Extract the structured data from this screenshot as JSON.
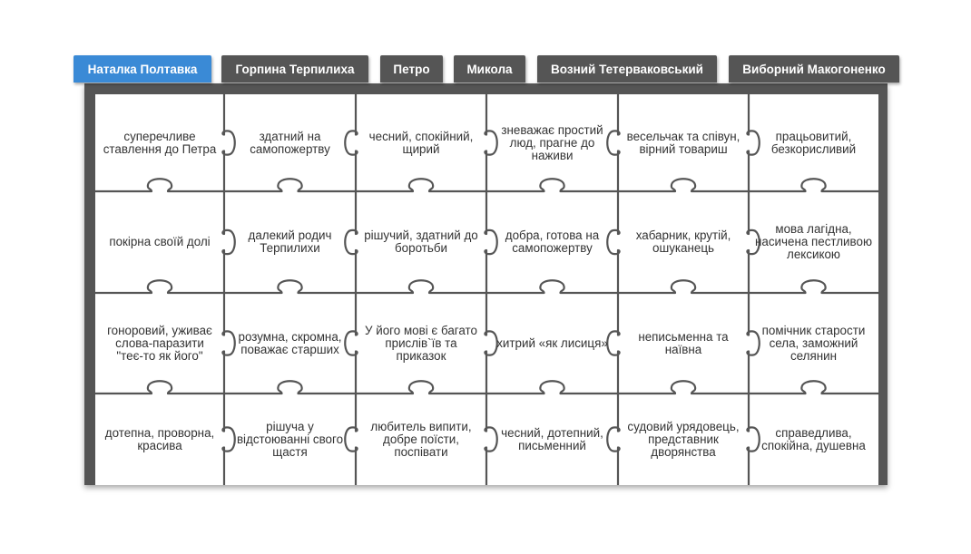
{
  "colors": {
    "tab_active": "#3a8ad6",
    "tab_inactive": "#555555",
    "frame": "#555555",
    "piece": "#ffffff",
    "text": "#333333"
  },
  "tabs": [
    {
      "label": "Наталка Полтавка",
      "active": true
    },
    {
      "label": "Горпина Терпилиха",
      "active": false
    },
    {
      "label": "Петро",
      "active": false
    },
    {
      "label": "Микола",
      "active": false
    },
    {
      "label": "Возний Тетерваковський",
      "active": false
    },
    {
      "label": "Виборний Макогоненко",
      "active": false
    }
  ],
  "pieces": [
    [
      "суперечливе ставлення до Петра",
      "здатний на самопожертву",
      "чесний, спокійний, щирий",
      "зневажає простий люд, прагне до наживи",
      "весельчак та співун, вірний товариш",
      "працьовитий, безкорисливий"
    ],
    [
      "покірна своїй долі",
      "далекий родич Терпилихи",
      "рішучий, здатний до боротьби",
      "добра, готова на самопожертву",
      "хабарник, крутій, ошуканець",
      "мова лагідна, насичена пестливою лексикою"
    ],
    [
      "гоноровий, уживає слова-паразити \"теє-то як його\"",
      "розумна, скромна, поважає старших",
      "У його мові є багато прислів`їв та приказок",
      "хитрий «як лисиця»",
      "неписьменна та наївна",
      "помічник старости села, заможний селянин"
    ],
    [
      "дотепна, проворна, красива",
      "рішуча у відстоюванні свого щастя",
      "любитель випити, добре поїсти, поспівати",
      "чесний, дотепний, письменний",
      "судовий урядовець, представник дворянства",
      "справедлива, спокійна, душевна"
    ]
  ]
}
